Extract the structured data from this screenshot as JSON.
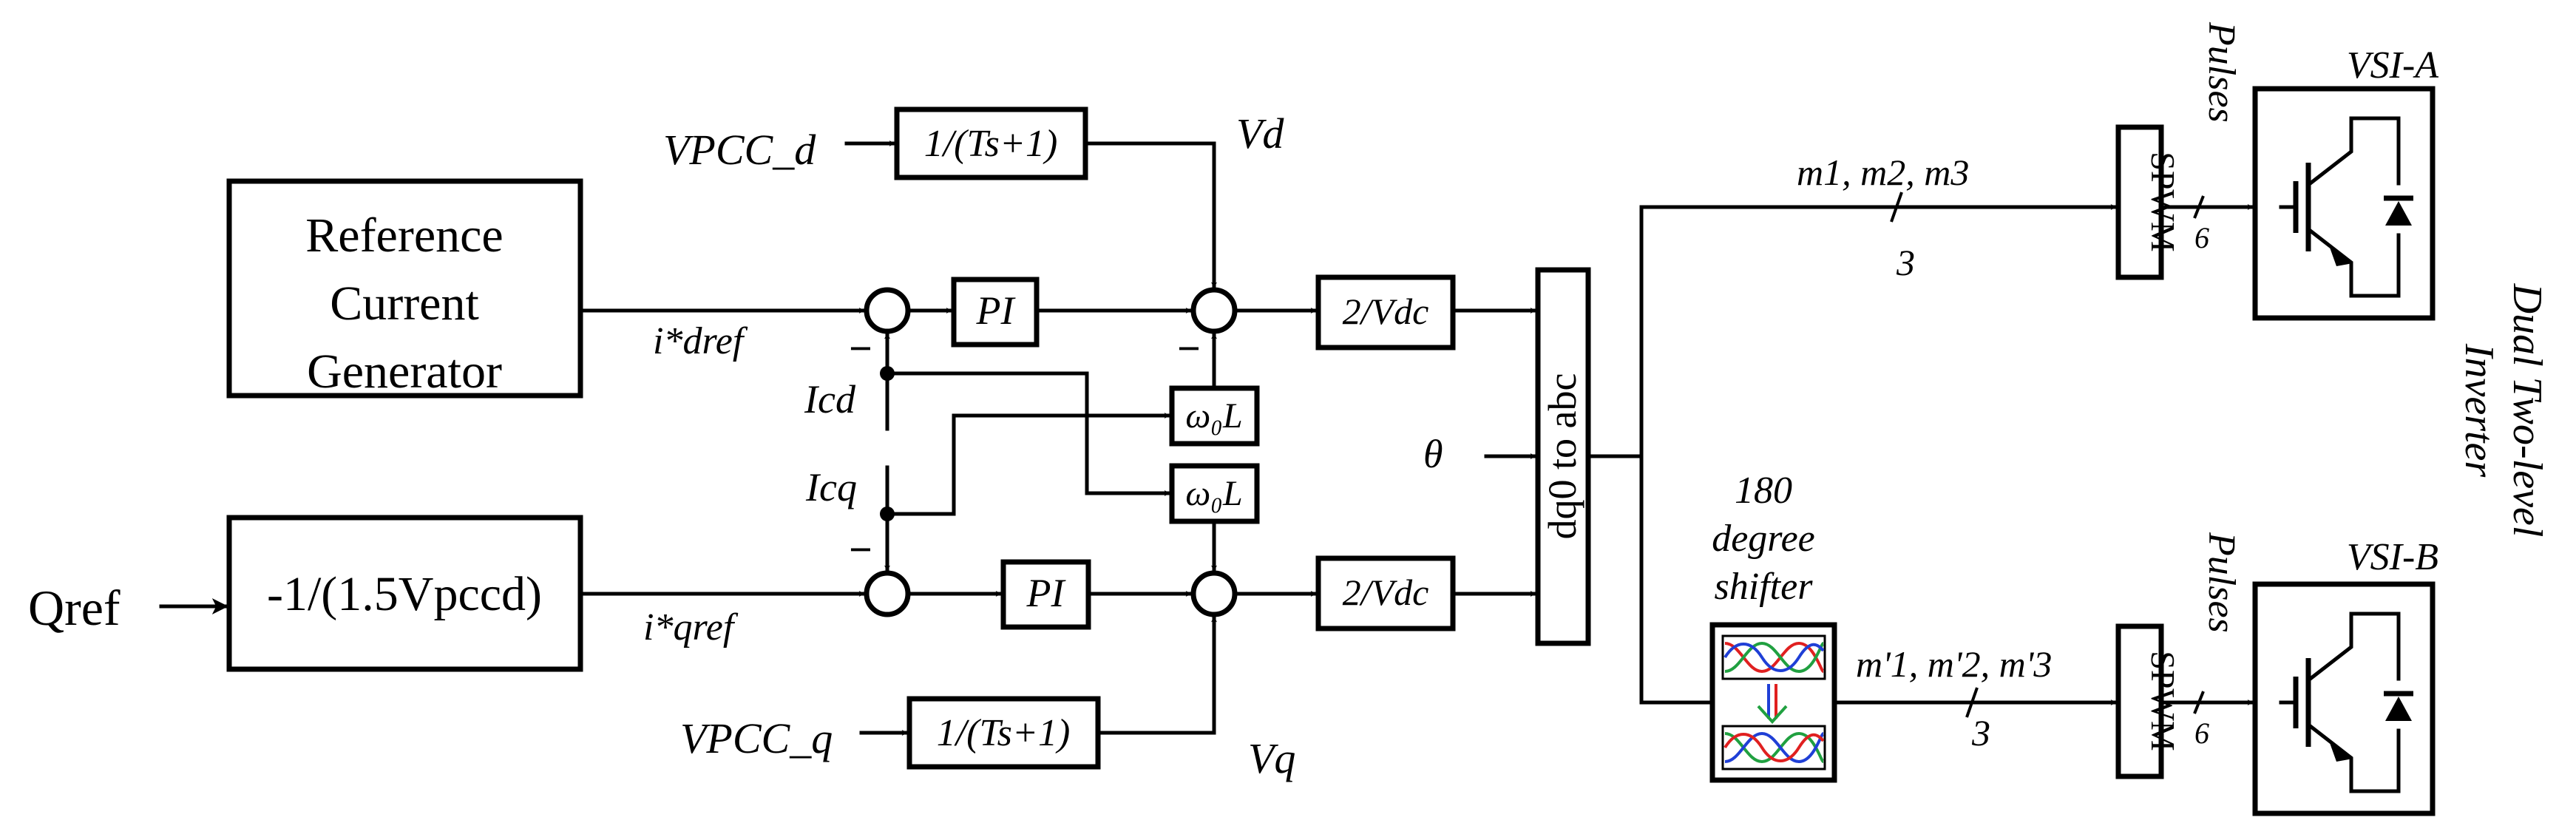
{
  "blocks": {
    "ref_gen": [
      "Reference",
      "Current",
      "Generator"
    ],
    "q_gain": "-1/(1.5Vpccd)",
    "lpf_d": "1/(Ts+1)",
    "lpf_q": "1/(Ts+1)",
    "pi_d": "PI",
    "pi_q": "PI",
    "wl_top": "ω₀L",
    "wl_bot": "ω₀L",
    "gain_d": "2/Vdc",
    "gain_q": "2/Vdc",
    "dq0": "dq0 to abc",
    "spwm_a": "SPWM",
    "spwm_b": "SPWM",
    "shifter": [
      "180",
      "degree",
      "shifter"
    ]
  },
  "signals": {
    "qref": "Qref",
    "vpcc_d": "VPCC_d",
    "vpcc_q": "VPCC_q",
    "vd": "Vd",
    "vq": "Vq",
    "idref": "i*dref",
    "iqref": "i*qref",
    "icd": "Icd",
    "icq": "Icq",
    "theta": "θ",
    "m_a": "m1, m2, m3",
    "m_b": "m'1, m'2, m'3",
    "n_a": "3",
    "n_b": "3",
    "p_a": "6",
    "p_b": "6",
    "pulses_a": "Pulses",
    "pulses_b": "Pulses",
    "minus": "−"
  },
  "inverters": {
    "vsi_a": "VSI-A",
    "vsi_b": "VSI-B",
    "caption": [
      "Dual Two-level",
      "Inverter"
    ]
  },
  "icons": [
    "arrow-icon",
    "igbt-switch-icon",
    "diode-icon",
    "waveform-icon"
  ],
  "colors": {
    "line": "#000000",
    "wave_blue": "#1f3fd6",
    "wave_red": "#e02020",
    "wave_green": "#20a040"
  }
}
